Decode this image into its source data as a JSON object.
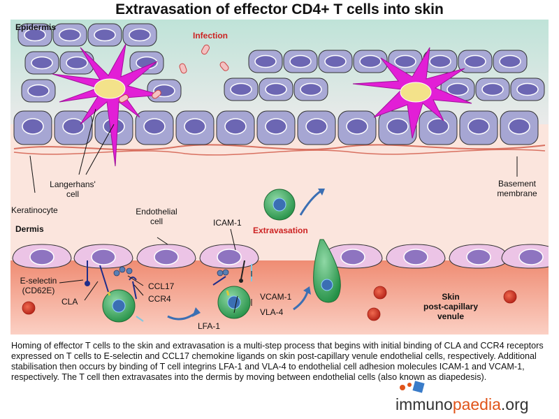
{
  "title": "Extravasation of effector CD4+ T cells into skin",
  "labels": {
    "epidermis": "Epidermis",
    "infection": "Infection",
    "langerhans_line1": "Langerhans'",
    "langerhans_line2": "cell",
    "keratinocyte": "Keratinocyte",
    "basement_line1": "Basement",
    "basement_line2": "membrane",
    "dermis": "Dermis",
    "endothelial_line1": "Endothelial",
    "endothelial_line2": "cell",
    "icam1": "ICAM-1",
    "extravasation": "Extravasation",
    "eselectin_line1": "E-selectin",
    "eselectin_line2": "(CD62E)",
    "cla": "CLA",
    "ccl17": "CCL17",
    "ccr4": "CCR4",
    "vcam1": "VCAM-1",
    "vla4": "VLA-4",
    "lfa1": "LFA-1",
    "skin_line1": "Skin",
    "skin_line2": "post-capillary",
    "skin_line3": "venule"
  },
  "caption": "Homing of effector T cells to the skin and extravasation is a multi-step process that begins with initial binding of CLA and CCR4 receptors expressed on T cells to E-selectin and CCL17 chemokine ligands on skin post-capillary venule endothelial cells, respectively. Additional stabilisation then occurs by binding of T cell integrins LFA-1 and VLA-4 to endothelial cell adhesion molecules ICAM-1 and VCAM-1, respectively. The T cell then extravasates into the dermis by moving between endothelial cells (also known as diapedesis).",
  "logo": {
    "part1": "immuno",
    "part2": "paedia",
    "part3": ".org"
  },
  "colors": {
    "epidermis_bg": "#cfe9e0",
    "dermis_bg": "#fbe6e0",
    "venule": "#e6785f",
    "keratinocyte": "#9a9cc8",
    "nucleus": "#6b66b0",
    "langerhans": "#e21fd6",
    "endothelial": "#e7b9e0",
    "t_cell": "#3bb05a",
    "arrow": "#3b6fb3",
    "accent_red": "#cc2222"
  }
}
